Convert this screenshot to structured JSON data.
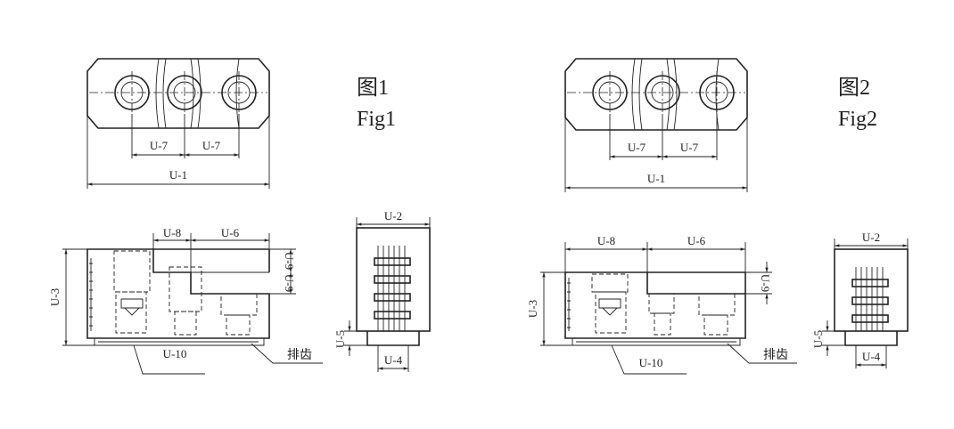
{
  "fig1": {
    "title_cn": "图1",
    "title_en": "Fig1"
  },
  "fig2": {
    "title_cn": "图2",
    "title_en": "Fig2"
  },
  "labels": {
    "u1": "U-1",
    "u2": "U-2",
    "u3": "U-3",
    "u4": "U-4",
    "u5": "U-5",
    "u6": "U-6",
    "u7": "U-7",
    "u8": "U-8",
    "u9": "U-9",
    "u10": "U-10",
    "teeth": "排齿"
  },
  "colors": {
    "line": "#222222",
    "background": "#ffffff"
  }
}
